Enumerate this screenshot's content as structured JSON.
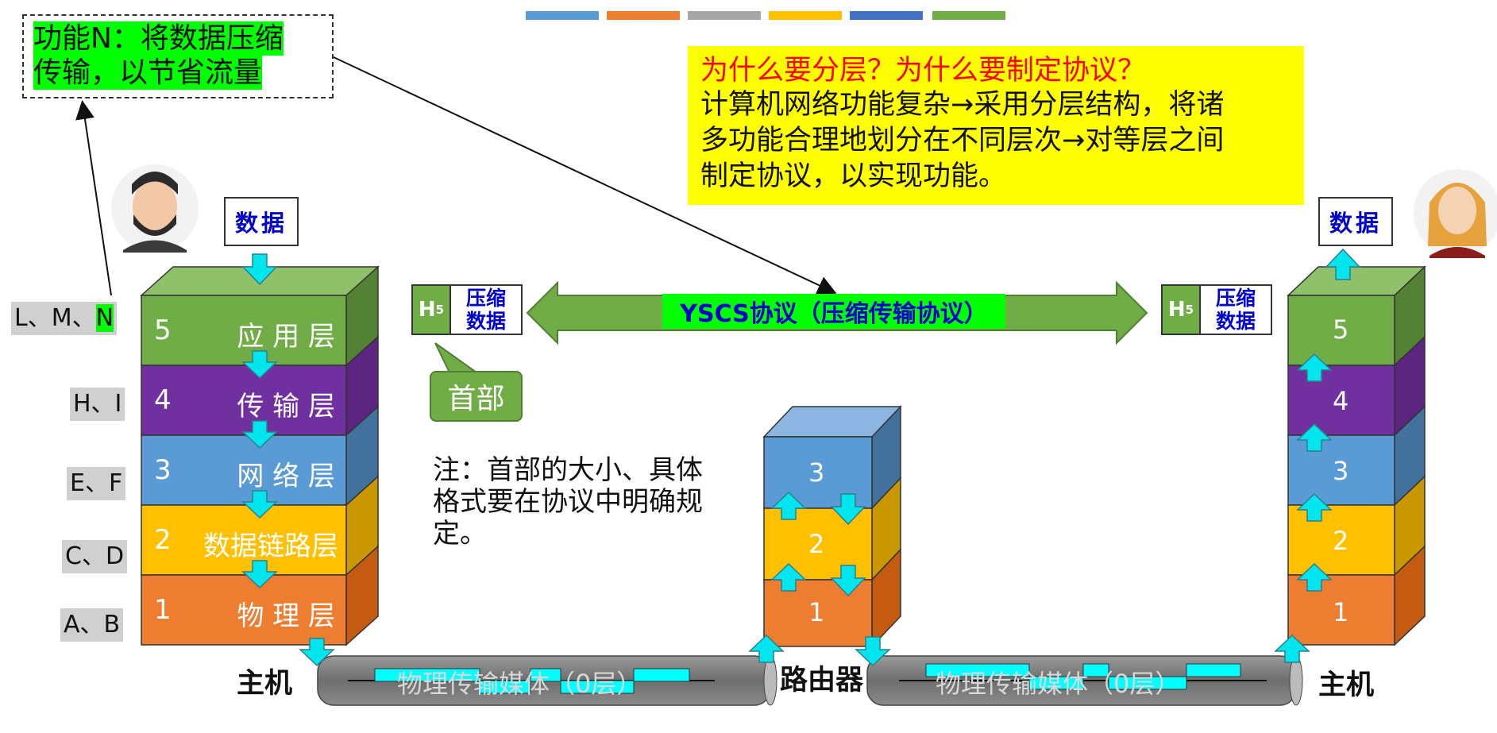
{
  "top_colors": [
    "#5b9bd5",
    "#ed7d31",
    "#a5a5a5",
    "#ffc000",
    "#4472c4",
    "#70ad47"
  ],
  "top_note": {
    "line1": "功能N：将数据压缩",
    "line2": "传输，以节省流量"
  },
  "why_box": {
    "question": "为什么要分层？为什么要制定协议？",
    "line1": "计算机网络功能复杂→采用分层结构，将诸",
    "line2": "多功能合理地划分在不同层次→对等层之间",
    "line3": "制定协议，以实现功能。"
  },
  "data_label": "数据",
  "header_box": {
    "h": "H",
    "sub": "5",
    "data_line1": "压缩",
    "data_line2": "数据"
  },
  "protocol_label": "YSCS协议（压缩传输协议）",
  "callout": "首部",
  "note_mid": "注：首部的大小、具体格式要在协议中明确规定。",
  "left_labels": [
    "L、M、",
    "N",
    "H、I",
    "E、F",
    "C、D",
    "A、B"
  ],
  "left_stack": [
    {
      "num": "5",
      "name": "应 用 层"
    },
    {
      "num": "4",
      "name": "传 输 层"
    },
    {
      "num": "3",
      "name": "网 络 层"
    },
    {
      "num": "2",
      "name": "数据链路层"
    },
    {
      "num": "1",
      "name": "物 理 层"
    }
  ],
  "router_layers": [
    "3",
    "2",
    "1"
  ],
  "right_layers": [
    "5",
    "4",
    "3",
    "2",
    "1"
  ],
  "host_left": "主机",
  "host_right": "主机",
  "router": "路由器",
  "medium_left": "物理传输媒体（0层）",
  "medium_right": "物理传输媒体（0层）",
  "layer_colors": {
    "5": "#70ad47",
    "4": "#7030a0",
    "3": "#5b9bd5",
    "2": "#ffc000",
    "1": "#ed7d31"
  }
}
